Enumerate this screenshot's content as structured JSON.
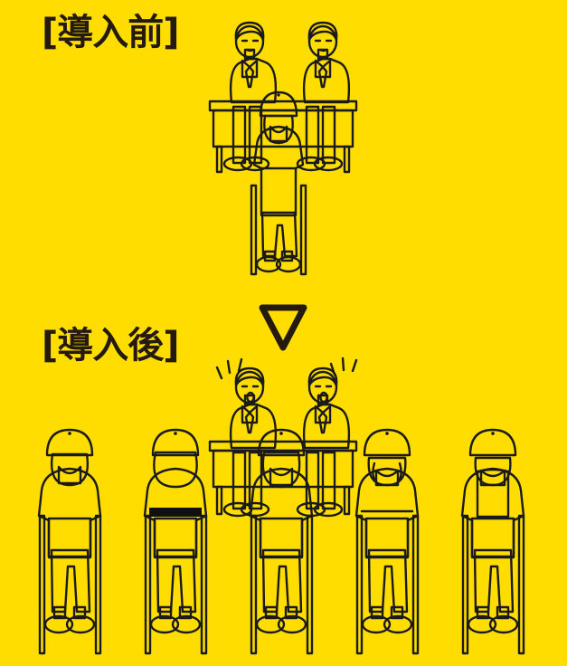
{
  "page": {
    "background_color": "#FFDD00",
    "ink_color": "#1a1a1a",
    "text_color": "#241a10"
  },
  "sections": {
    "before": {
      "label": "[導入前]",
      "description_icon": "meeting-two-interviewers-one-worker",
      "interviewers": 2,
      "workers": 1
    },
    "after": {
      "label": "[導入後]",
      "description_icon": "meeting-two-interviewers-five-workers",
      "interviewers": 2,
      "workers": 5,
      "surprise_marks": 2
    }
  },
  "arrow": {
    "icon": "triangle-down-icon",
    "color": "#241a10"
  },
  "colors": {
    "yellow": "#FFDD00",
    "cap_yellow": "#FFDD00",
    "suit": "#4d4d4d",
    "suit_dark": "#3a3a3a",
    "tie": "#F5D016",
    "skin": "#FBDFC4",
    "white": "#FFFFFF",
    "black": "#111111"
  },
  "workers_after": [
    {
      "id": "worker-1",
      "shirt_pattern": "vertical-stripes-bold",
      "cap": "yellow"
    },
    {
      "id": "worker-2",
      "shirt_pattern": "horizontal-band",
      "cap": "yellow"
    },
    {
      "id": "worker-3",
      "shirt_pattern": "pinstripes",
      "cap": "yellow"
    },
    {
      "id": "worker-4",
      "shirt_pattern": "thin-line",
      "cap": "yellow"
    },
    {
      "id": "worker-5",
      "shirt_pattern": "black-sleeves",
      "cap": "yellow"
    }
  ]
}
